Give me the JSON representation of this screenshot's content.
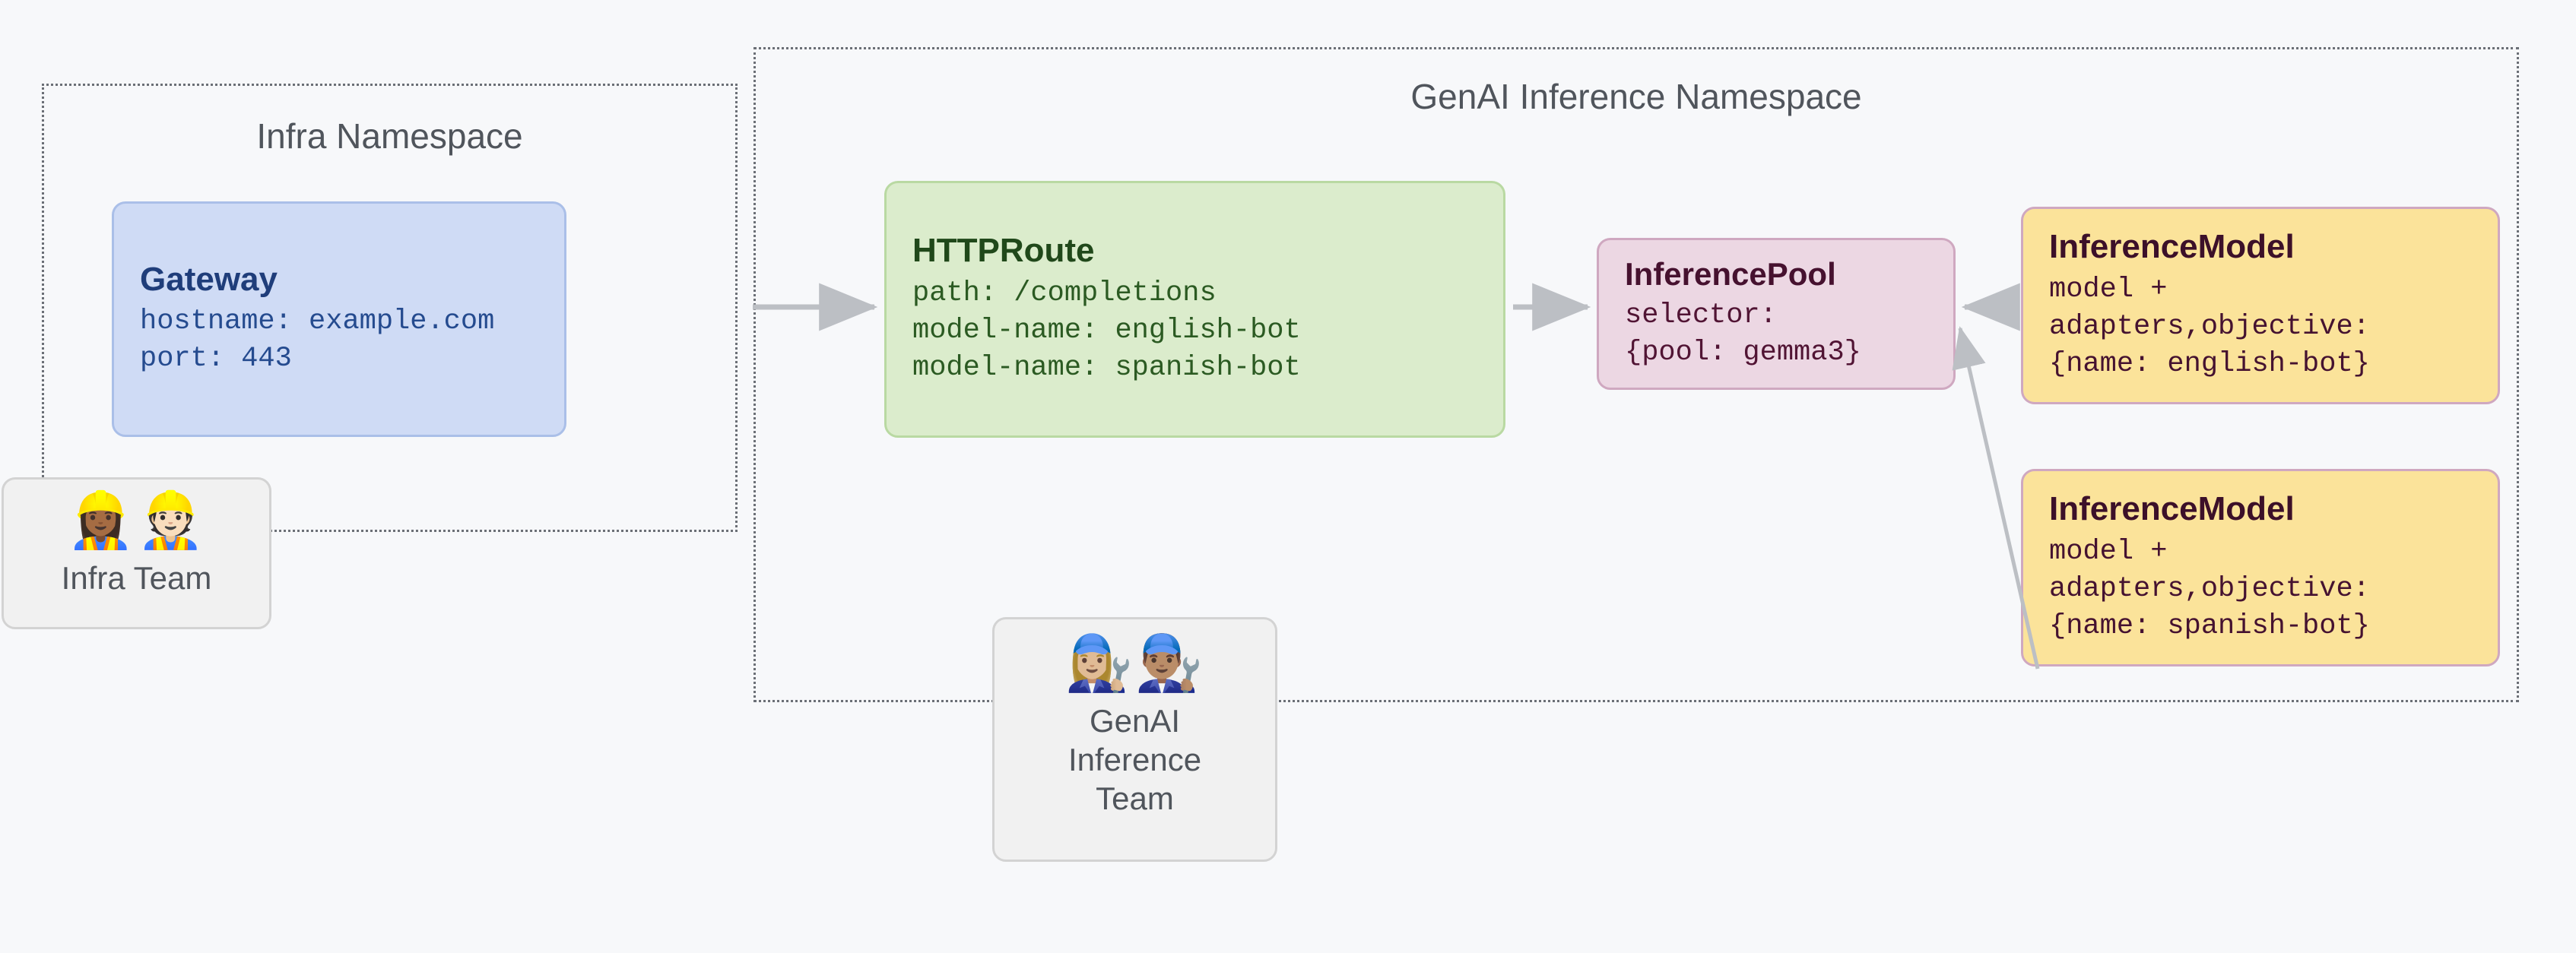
{
  "namespaces": [
    {
      "id": "infra",
      "title": "Infra Namespace"
    },
    {
      "id": "genai",
      "title": "GenAI Inference Namespace"
    }
  ],
  "resources": {
    "gateway": {
      "title": "Gateway",
      "lines": [
        "hostname: example.com",
        "port: 443"
      ],
      "fill": "#cfdbf5",
      "stroke": "#aabfe8"
    },
    "httproute": {
      "title": "HTTPRoute",
      "lines": [
        "path: /completions",
        "model-name: english-bot",
        "model-name: spanish-bot"
      ],
      "fill": "#dbeccc",
      "stroke": "#b9d9a2"
    },
    "inferencepool": {
      "title": "InferencePool",
      "lines": [
        "selector:",
        "{pool: gemma3}"
      ],
      "fill": "#ecd7e3",
      "stroke": "#cfa8c0"
    },
    "inferencemodel_english": {
      "title": "InferenceModel",
      "lines": [
        "model +",
        "adapters,objective:",
        "{name: english-bot}"
      ],
      "fill": "#fbe39a",
      "stroke": "#cfa8c0"
    },
    "inferencemodel_spanish": {
      "title": "InferenceModel",
      "lines": [
        "model +",
        "adapters,objective:",
        "{name: spanish-bot}"
      ],
      "fill": "#fbe39a",
      "stroke": "#cfa8c0"
    }
  },
  "teams": {
    "infra": {
      "name": "Infra Team",
      "faces": "👷🏾‍♀️👷🏻",
      "icon_names": [
        "construction-worker-woman-icon",
        "construction-worker-man-icon"
      ]
    },
    "genai": {
      "name": "GenAI Inference Team",
      "faces": "👩🏼‍🔧👨🏽‍🔧",
      "icon_names": [
        "mechanic-woman-icon",
        "mechanic-man-icon"
      ]
    }
  },
  "connections": [
    {
      "from": "gateway",
      "to": "httproute",
      "style": "solid-arrow"
    },
    {
      "from": "httproute",
      "to": "inferencepool",
      "style": "solid-arrow"
    },
    {
      "from": "inferencemodel_english",
      "to": "inferencepool",
      "style": "solid-arrow"
    },
    {
      "from": "inferencemodel_spanish",
      "to": "inferencepool",
      "style": "solid-arrow"
    }
  ],
  "colors": {
    "background": "#f7f8fa",
    "namespace_border": "#6b6f76",
    "connector": "#bcbfc4",
    "team_card_bg": "#f1f1f1",
    "team_card_border": "#d3d3d3",
    "label_text": "#50555c"
  }
}
